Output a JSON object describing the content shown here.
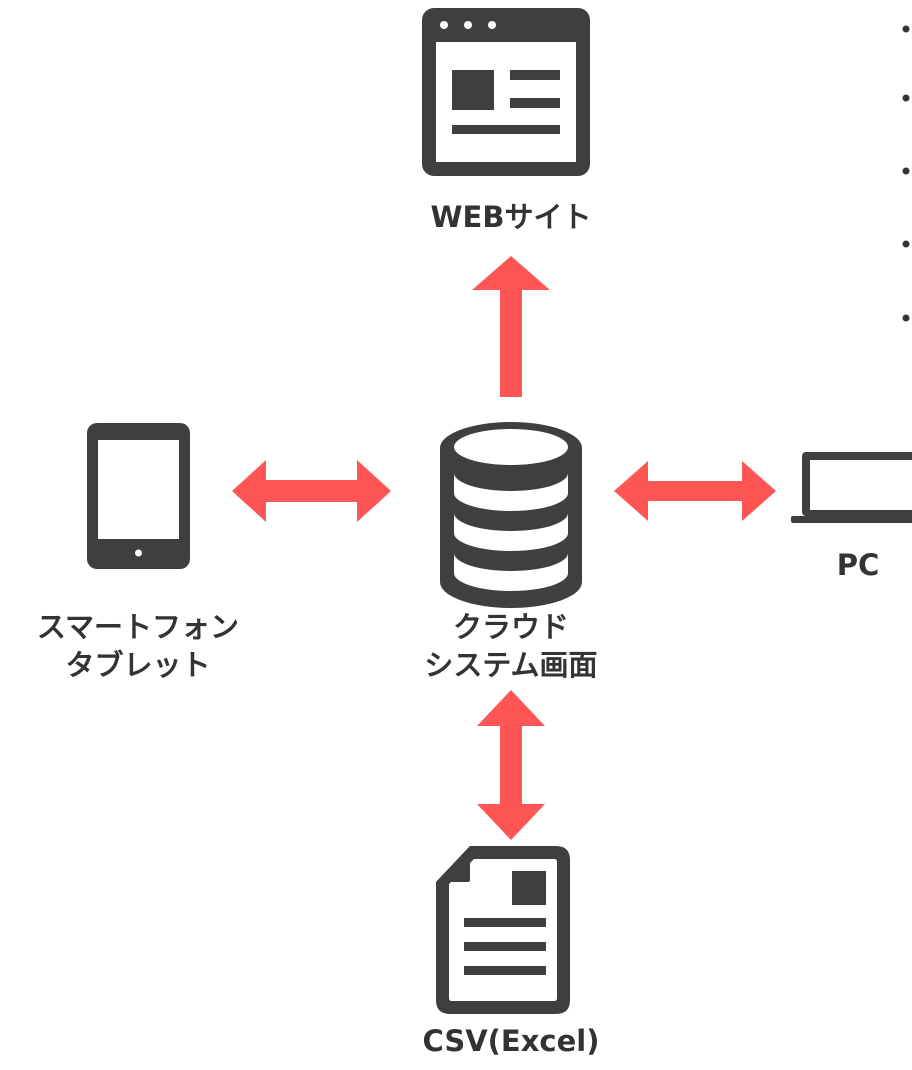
{
  "nodes": {
    "web": {
      "icon": "web-browser-icon",
      "label": "WEBサイト"
    },
    "cloud": {
      "icon": "database-icon",
      "label_line1": "クラウド",
      "label_line2": "システム画面"
    },
    "mobile": {
      "icon": "tablet-icon",
      "label_line1": "スマートフォン",
      "label_line2": "タブレット"
    },
    "pc": {
      "icon": "laptop-icon",
      "label": "PC"
    },
    "csv": {
      "icon": "document-icon",
      "label": "CSV(Excel)"
    }
  },
  "edges": [
    {
      "from": "cloud",
      "to": "web",
      "direction": "one-way"
    },
    {
      "from": "cloud",
      "to": "mobile",
      "direction": "two-way"
    },
    {
      "from": "cloud",
      "to": "pc",
      "direction": "two-way"
    },
    {
      "from": "cloud",
      "to": "csv",
      "direction": "two-way"
    }
  ],
  "colors": {
    "icon": "#3f3f3f",
    "arrow": "#ff5555",
    "text": "#333333"
  }
}
